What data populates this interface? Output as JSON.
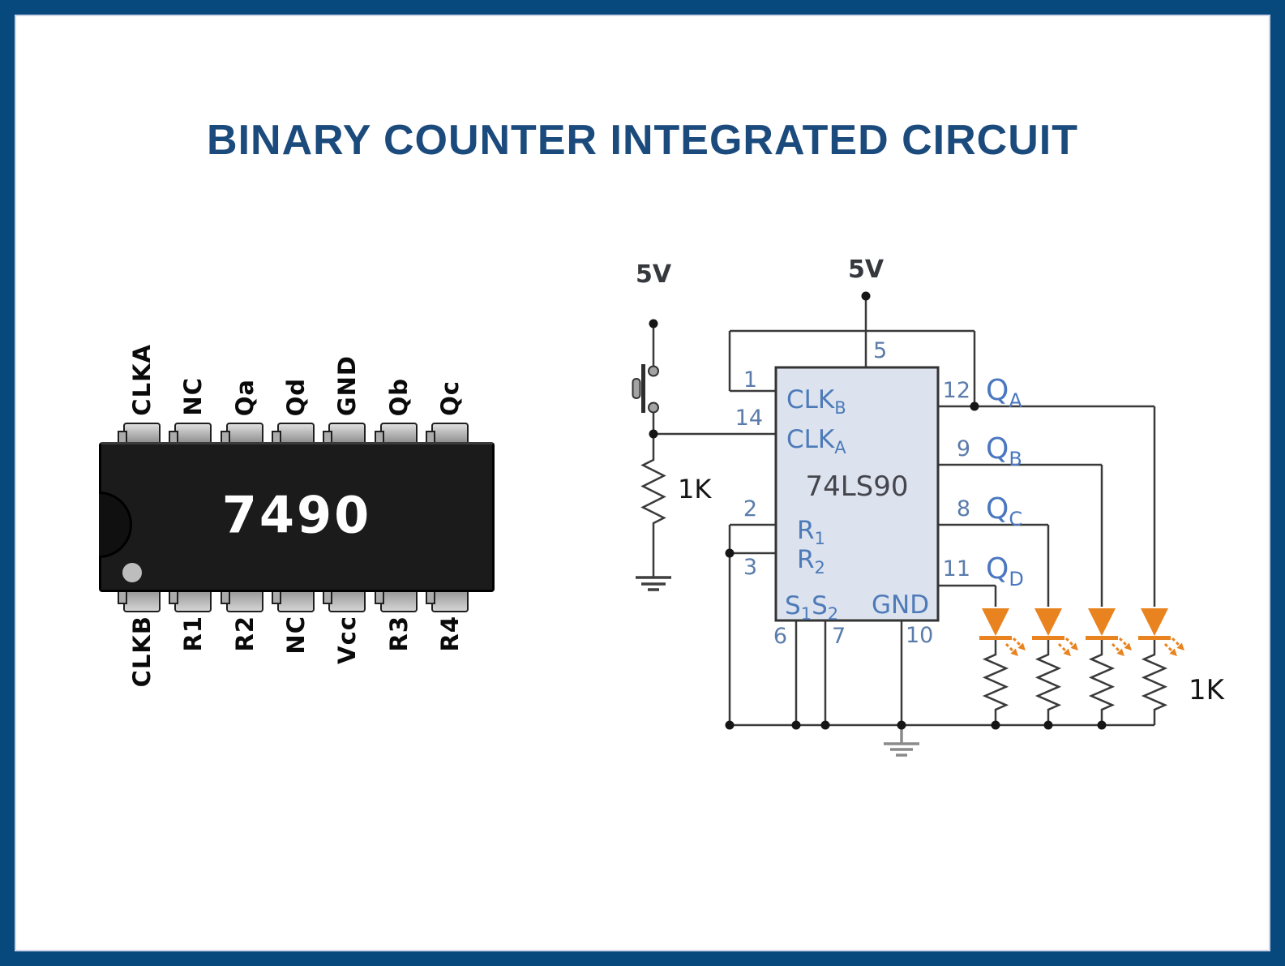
{
  "title": "BINARY COUNTER INTEGRATED CIRCUIT",
  "colors": {
    "frame_blue": "#07497c",
    "title_blue": "#1b4a7c",
    "led_orange": "#e8831f",
    "ic_fill": "#dce3ee",
    "label_blue": "#4d7ab8"
  },
  "chip": {
    "name": "7490",
    "top_pins": [
      "CLKA",
      "NC",
      "Qa",
      "Qd",
      "GND",
      "Qb",
      "Qc"
    ],
    "bottom_pins": [
      "CLKB",
      "R1",
      "R2",
      "NC",
      "Vcc",
      "R3",
      "R4"
    ]
  },
  "schematic": {
    "supply_top": "5V",
    "supply_left": "5V",
    "resistor_left": "1K",
    "resistor_right": "1K",
    "ic_part": "74LS90",
    "gnd_label": "GND",
    "pin_numbers": {
      "p1": "1",
      "p14": "14",
      "p2": "2",
      "p3": "3",
      "p5": "5",
      "p6": "6",
      "p7": "7",
      "p10": "10"
    },
    "ic_labels": {
      "clkb": [
        [
          "CLK",
          0
        ],
        [
          "B",
          1
        ]
      ],
      "clka": [
        [
          "CLK",
          0
        ],
        [
          "A",
          1
        ]
      ],
      "r1": [
        [
          "R",
          0
        ],
        [
          "1",
          1
        ]
      ],
      "r2": [
        [
          "R",
          0
        ],
        [
          "2",
          1
        ]
      ],
      "s1s2": [
        [
          "S",
          0
        ],
        [
          "1",
          1
        ],
        [
          "S",
          0
        ],
        [
          "2",
          1
        ]
      ]
    },
    "outputs": [
      {
        "num": "12",
        "label": [
          [
            "Q",
            0
          ],
          [
            "A",
            1
          ]
        ]
      },
      {
        "num": "9",
        "label": [
          [
            "Q",
            0
          ],
          [
            "B",
            1
          ]
        ]
      },
      {
        "num": "8",
        "label": [
          [
            "Q",
            0
          ],
          [
            "C",
            1
          ]
        ]
      },
      {
        "num": "11",
        "label": [
          [
            "Q",
            0
          ],
          [
            "D",
            1
          ]
        ]
      }
    ]
  }
}
